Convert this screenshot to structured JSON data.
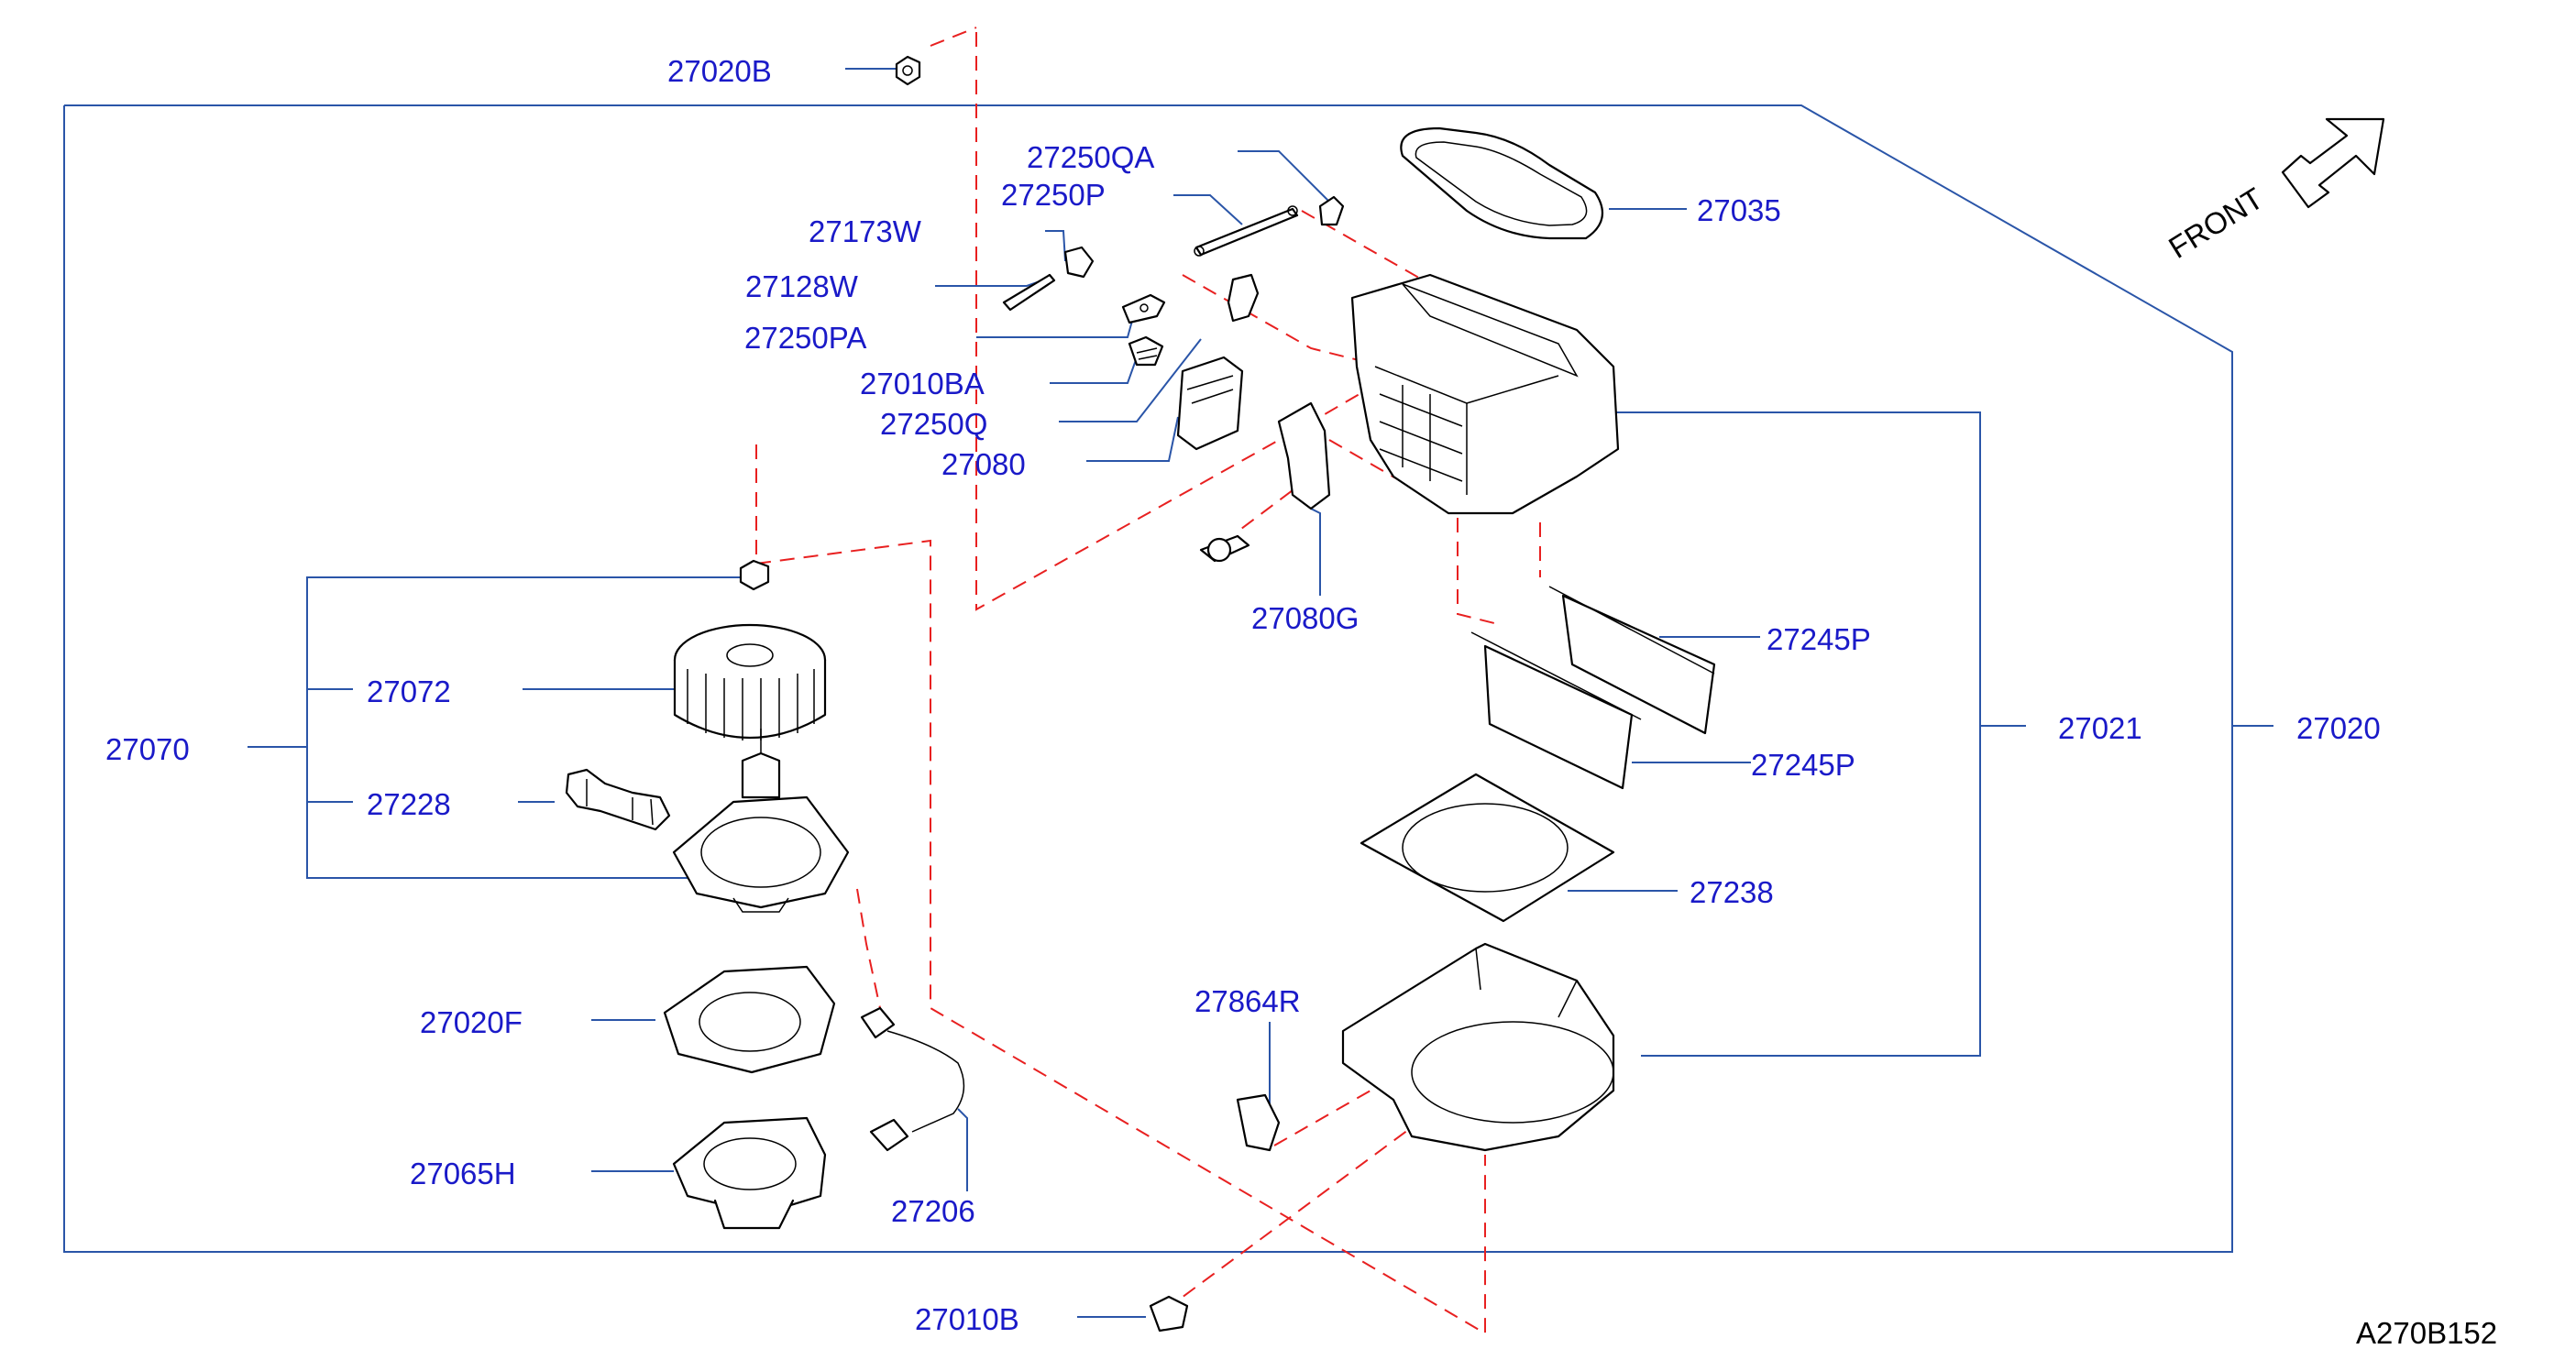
{
  "labels": {
    "p27020B": "27020B",
    "p27250QA": "27250QA",
    "p27250P": "27250P",
    "p27173W": "27173W",
    "p27128W": "27128W",
    "p27250PA": "27250PA",
    "p27010BA": "27010BA",
    "p27250Q": "27250Q",
    "p27080": "27080",
    "p27080G": "27080G",
    "p27035": "27035",
    "p27245P_a": "27245P",
    "p27245P_b": "27245P",
    "p27021": "27021",
    "p27020": "27020",
    "p27238": "27238",
    "p27070": "27070",
    "p27072": "27072",
    "p27228": "27228",
    "p27020F": "27020F",
    "p27065H": "27065H",
    "p27206": "27206",
    "p27864R": "27864R",
    "p27010B": "27010B"
  },
  "front_label": "FRONT",
  "diagram_code": "A270B152",
  "colors": {
    "label_text": "#1a1ac8",
    "leader_line": "#2a55a8",
    "assembly_dash": "#e82020",
    "part_outline": "#000000"
  }
}
